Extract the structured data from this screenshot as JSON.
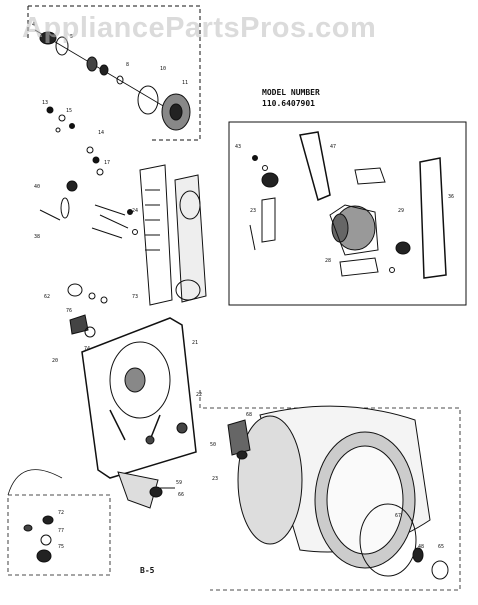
{
  "watermark": "AppliancePartsPros.com",
  "model": {
    "label": "MODEL NUMBER",
    "number": "110.6407901"
  },
  "page_number": "B-5",
  "colors": {
    "ink": "#111111",
    "watermark": "#bebebe",
    "paper": "#ffffff"
  }
}
